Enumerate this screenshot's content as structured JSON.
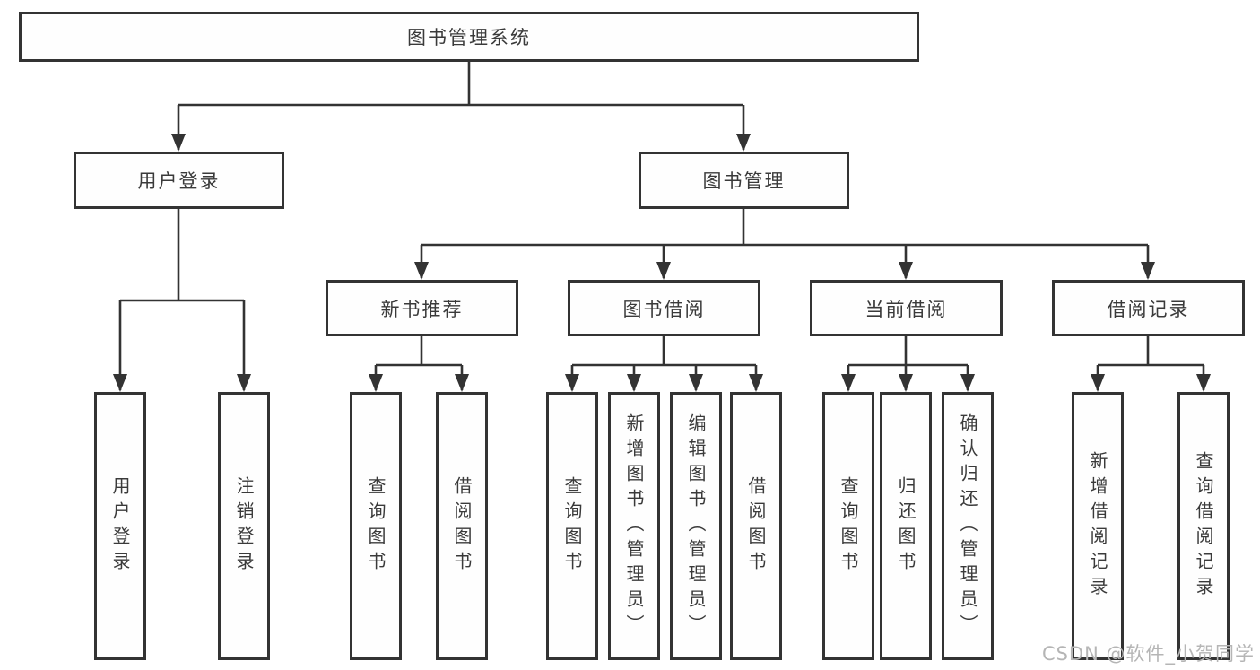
{
  "diagram": {
    "root": {
      "label": "图书管理系统"
    },
    "branches": [
      {
        "label": "用户登录",
        "children": [
          {
            "label": "用户登录"
          },
          {
            "label": "注销登录"
          }
        ]
      },
      {
        "label": "图书管理",
        "children": [
          {
            "label": "新书推荐",
            "children": [
              {
                "label": "查询图书"
              },
              {
                "label": "借阅图书"
              }
            ]
          },
          {
            "label": "图书借阅",
            "children": [
              {
                "label": "查询图书"
              },
              {
                "label": "新增图书（管理员）"
              },
              {
                "label": "编辑图书（管理员）"
              },
              {
                "label": "借阅图书"
              }
            ]
          },
          {
            "label": "当前借阅",
            "children": [
              {
                "label": "查询图书"
              },
              {
                "label": "归还图书"
              },
              {
                "label": "确认归还（管理员）"
              }
            ]
          },
          {
            "label": "借阅记录",
            "children": [
              {
                "label": "新增借阅记录"
              },
              {
                "label": "查询借阅记录"
              }
            ]
          }
        ]
      }
    ],
    "watermark": "CSDN @软件_小贺同学"
  },
  "colors": {
    "line": "#333333",
    "node_border": "#333333",
    "text": "#3a3a3a",
    "watermark": "#b5b5b5",
    "background": "#ffffff"
  }
}
